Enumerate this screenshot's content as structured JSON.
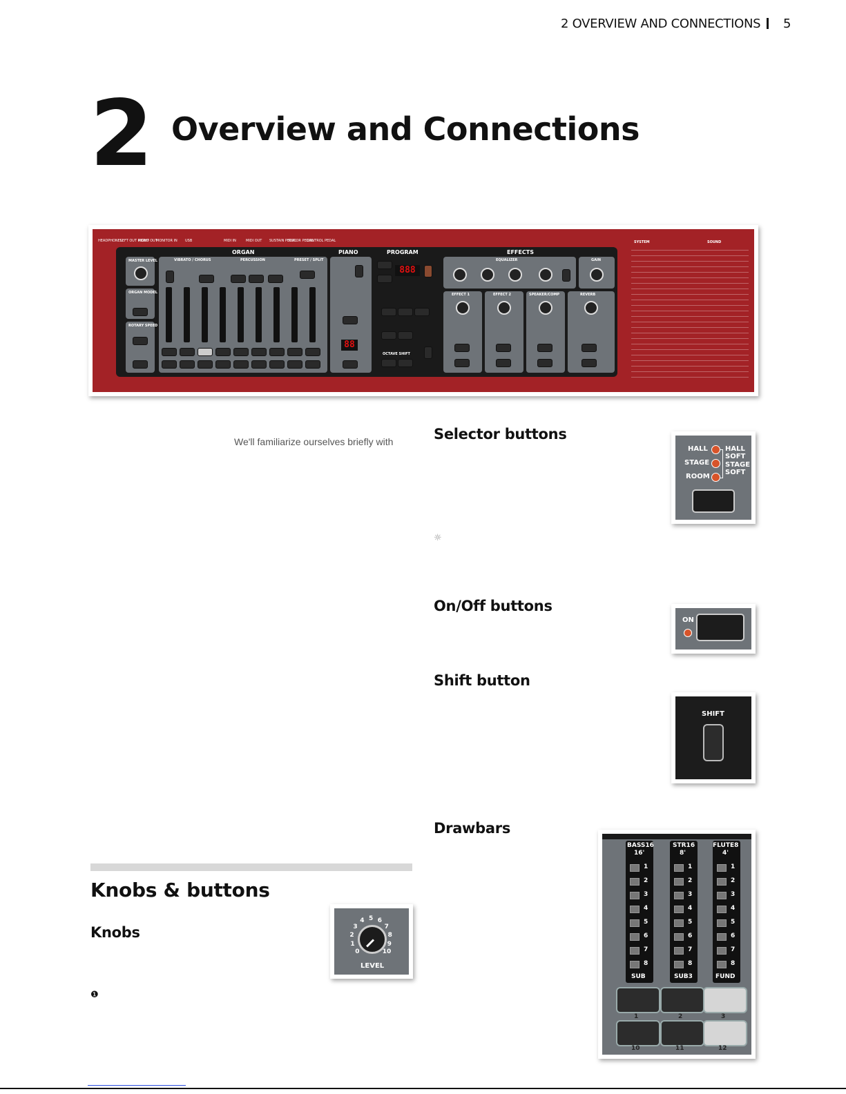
{
  "header": {
    "section": "2 OVERVIEW AND CONNECTIONS",
    "page": "5"
  },
  "chapter": {
    "number": "2",
    "title": "Overview and Connections"
  },
  "panel": {
    "sections": {
      "organ": "ORGAN",
      "piano": "PIANO",
      "program": "PROGRAM",
      "effects": "EFFECTS",
      "vibrato": "VIBRATO / CHORUS",
      "percussion": "PERCUSSION",
      "preset": "PRESET / SPLIT",
      "equalizer": "EQUALIZER",
      "gain": "GAIN",
      "effect1": "EFFECT 1",
      "effect2": "EFFECT 2",
      "speaker": "SPEAKER/COMP",
      "reverb": "REVERB",
      "octave_shift": "OCTAVE SHIFT",
      "master_level": "MASTER LEVEL",
      "organ_model": "ORGAN MODEL",
      "rotary_speed": "ROTARY SPEED"
    },
    "program_display": "888",
    "piano_display": "88",
    "top_labels": [
      "HEADPHONES",
      "LEFT OUT MONO",
      "RIGHT OUT",
      "MONITOR IN",
      "USB",
      "MIDI IN",
      "MIDI OUT",
      "SUSTAIN PEDAL",
      "ROTOR PEDAL",
      "CONTROL PEDAL"
    ],
    "side_heading_left": "SYSTEM",
    "side_heading_right": "SOUND"
  },
  "selector": {
    "heading": "Selector buttons",
    "labels_left": [
      "HALL",
      "STAGE",
      "ROOM"
    ],
    "labels_right": [
      "HALL SOFT",
      "STAGE SOFT"
    ]
  },
  "onoff": {
    "heading": "On/Off buttons",
    "label": "ON"
  },
  "shift": {
    "heading": "Shift button",
    "label": "SHIFT"
  },
  "drawbars": {
    "heading": "Drawbars",
    "bars": [
      {
        "name": "BASS16",
        "feet": "16'",
        "bottom": "SUB",
        "btn1": "1",
        "btn2": "10"
      },
      {
        "name": "STR16",
        "feet": "8'",
        "bottom": "SUB3",
        "btn1": "2",
        "btn2": "11"
      },
      {
        "name": "FLUTE8",
        "feet": "4'",
        "bottom": "FUND",
        "btn1": "3",
        "btn2": "12"
      }
    ],
    "steps": [
      "1",
      "2",
      "3",
      "4",
      "5",
      "6",
      "7",
      "8"
    ]
  },
  "intro_text": "We'll familiarize ourselves briefly with",
  "knobs_buttons": {
    "heading": "Knobs & buttons"
  },
  "knobs": {
    "heading": "Knobs",
    "scale": [
      "0",
      "1",
      "2",
      "3",
      "4",
      "5",
      "6",
      "7",
      "8",
      "9",
      "10"
    ],
    "label": "LEVEL"
  },
  "colors": {
    "panel_red": "#a32226",
    "panel_grey": "#6e7378",
    "led_red": "#e01010"
  }
}
